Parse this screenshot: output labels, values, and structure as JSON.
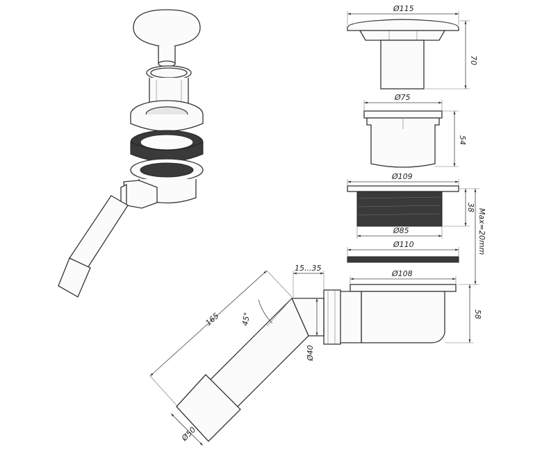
{
  "dimensions": {
    "cap_diameter": "Ø115",
    "cap_height": "70",
    "basket_diameter": "Ø75",
    "basket_height": "54",
    "thread_outer_diameter": "Ø109",
    "thread_inner_diameter": "Ø85",
    "thread_height": "38",
    "adjust_max": "Max=20mm",
    "gasket_diameter": "Ø110",
    "body_diameter": "Ø108",
    "body_height": "58",
    "offset_range": "15...35",
    "angle": "45°",
    "pipe_length": "165",
    "outlet_diameter": "Ø40",
    "pipe_end_diameter": "Ø50"
  }
}
